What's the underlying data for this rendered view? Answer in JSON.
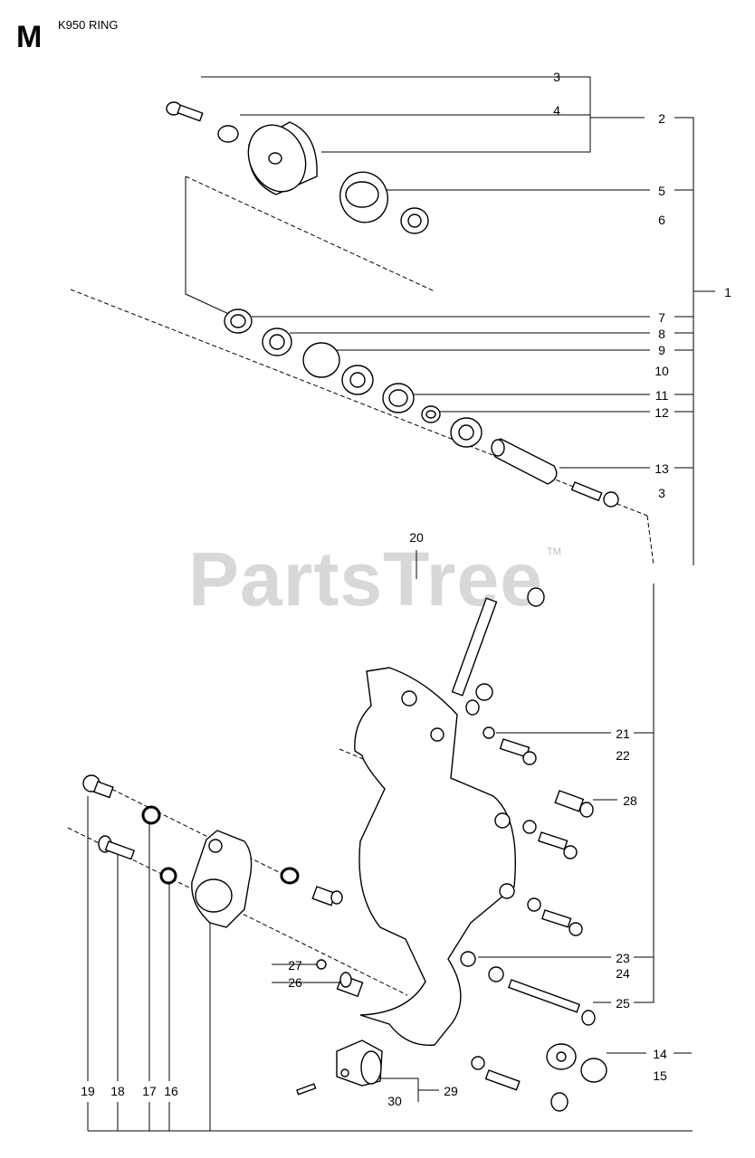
{
  "header": {
    "section_letter": "M",
    "title": "K950 RING"
  },
  "watermark": {
    "text": "PartsTree",
    "trademark": "TM"
  },
  "callouts": {
    "c1": "1",
    "c2": "2",
    "c3a": "3",
    "c3b": "3",
    "c4": "4",
    "c5": "5",
    "c6": "6",
    "c7": "7",
    "c8": "8",
    "c9": "9",
    "c10": "10",
    "c11": "11",
    "c12": "12",
    "c13": "13",
    "c14": "14",
    "c15": "15",
    "c16": "16",
    "c17": "17",
    "c18": "18",
    "c19": "19",
    "c20": "20",
    "c21": "21",
    "c22": "22",
    "c23": "23",
    "c24": "24",
    "c25": "25",
    "c26": "26",
    "c27": "27",
    "c28": "28",
    "c29": "29",
    "c30": "30"
  }
}
